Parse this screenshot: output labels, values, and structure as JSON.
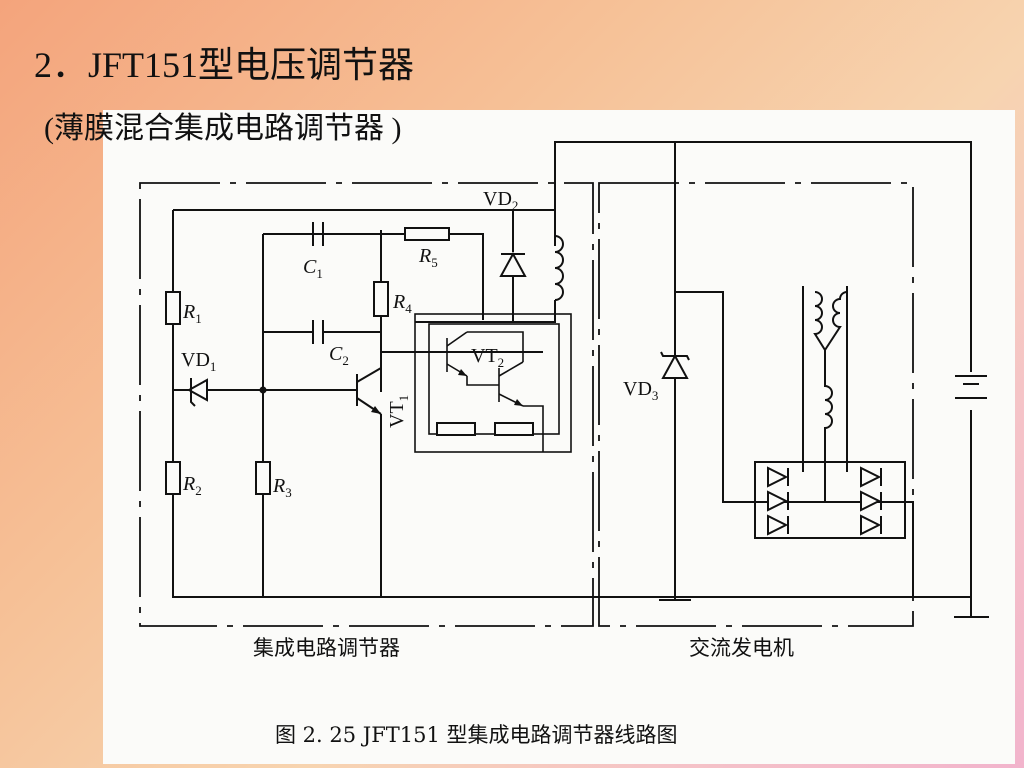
{
  "slide": {
    "title": "2．JFT151型电压调节器",
    "subtitle": "(薄膜混合集成电路调节器 )"
  },
  "diagram": {
    "labels": {
      "vd2": "VD",
      "vd2_sub": "2",
      "c1": "C",
      "c1_sub": "1",
      "r5": "R",
      "r5_sub": "5",
      "r4": "R",
      "r4_sub": "4",
      "r1": "R",
      "r1_sub": "1",
      "vd1": "VD",
      "vd1_sub": "1",
      "c2": "C",
      "c2_sub": "2",
      "vt2": "VT",
      "vt2_sub": "2",
      "vt1": "VT",
      "vt1_sub": "1",
      "vd3": "VD",
      "vd3_sub": "3",
      "r2": "R",
      "r2_sub": "2",
      "r3": "R",
      "r3_sub": "3"
    },
    "section_regulator": "集成电路调节器",
    "section_alternator": "交流发电机",
    "caption": "图 2. 25    JFT151 型集成电路调节器线路图"
  }
}
